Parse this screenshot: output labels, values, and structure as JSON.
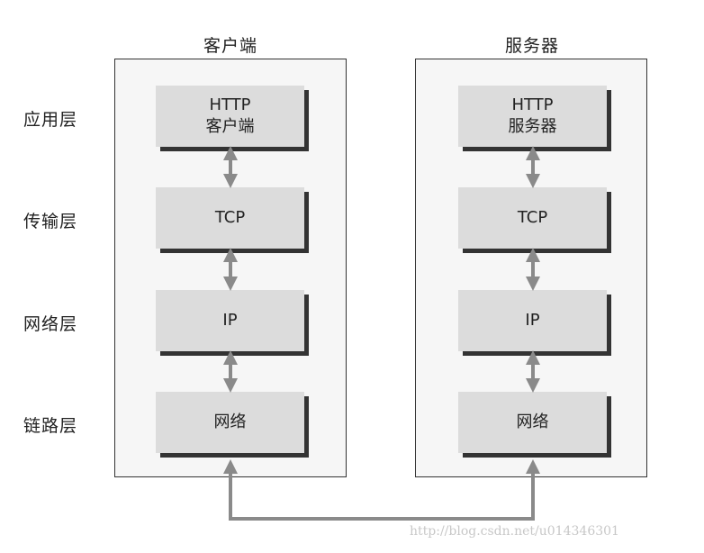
{
  "columns": {
    "client": {
      "title": "客户端"
    },
    "server": {
      "title": "服务器"
    }
  },
  "layers": [
    {
      "label": "应用层"
    },
    {
      "label": "传输层"
    },
    {
      "label": "网络层"
    },
    {
      "label": "链路层"
    }
  ],
  "client_boxes": [
    {
      "line1": "HTTP",
      "line2": "客户端"
    },
    {
      "line1": "TCP",
      "line2": ""
    },
    {
      "line1": "IP",
      "line2": ""
    },
    {
      "line1": "网络",
      "line2": ""
    }
  ],
  "server_boxes": [
    {
      "line1": "HTTP",
      "line2": "服务器"
    },
    {
      "line1": "TCP",
      "line2": ""
    },
    {
      "line1": "IP",
      "line2": ""
    },
    {
      "line1": "网络",
      "line2": ""
    }
  ],
  "colors": {
    "arrow": "#8a8a8a",
    "box": "#dcdcdc",
    "panel": "#f6f6f6"
  },
  "watermark": "http://blog.csdn.net/u014346301"
}
